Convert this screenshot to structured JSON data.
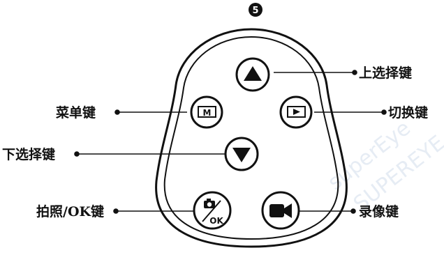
{
  "step_number": "5",
  "watermark": {
    "line1": "superEye",
    "line2": "SUPEREYE"
  },
  "labels": {
    "up": "上选择键",
    "menu": "菜单键",
    "switch": "切换键",
    "down": "下选择键",
    "photo_ok": "拍照/OK键",
    "record": "录像键"
  },
  "buttons": {
    "menu_glyph": "M",
    "ok_glyph": "OK"
  },
  "colors": {
    "ink": "#111111",
    "background": "#ffffff",
    "watermark": "#e4ebf3"
  }
}
